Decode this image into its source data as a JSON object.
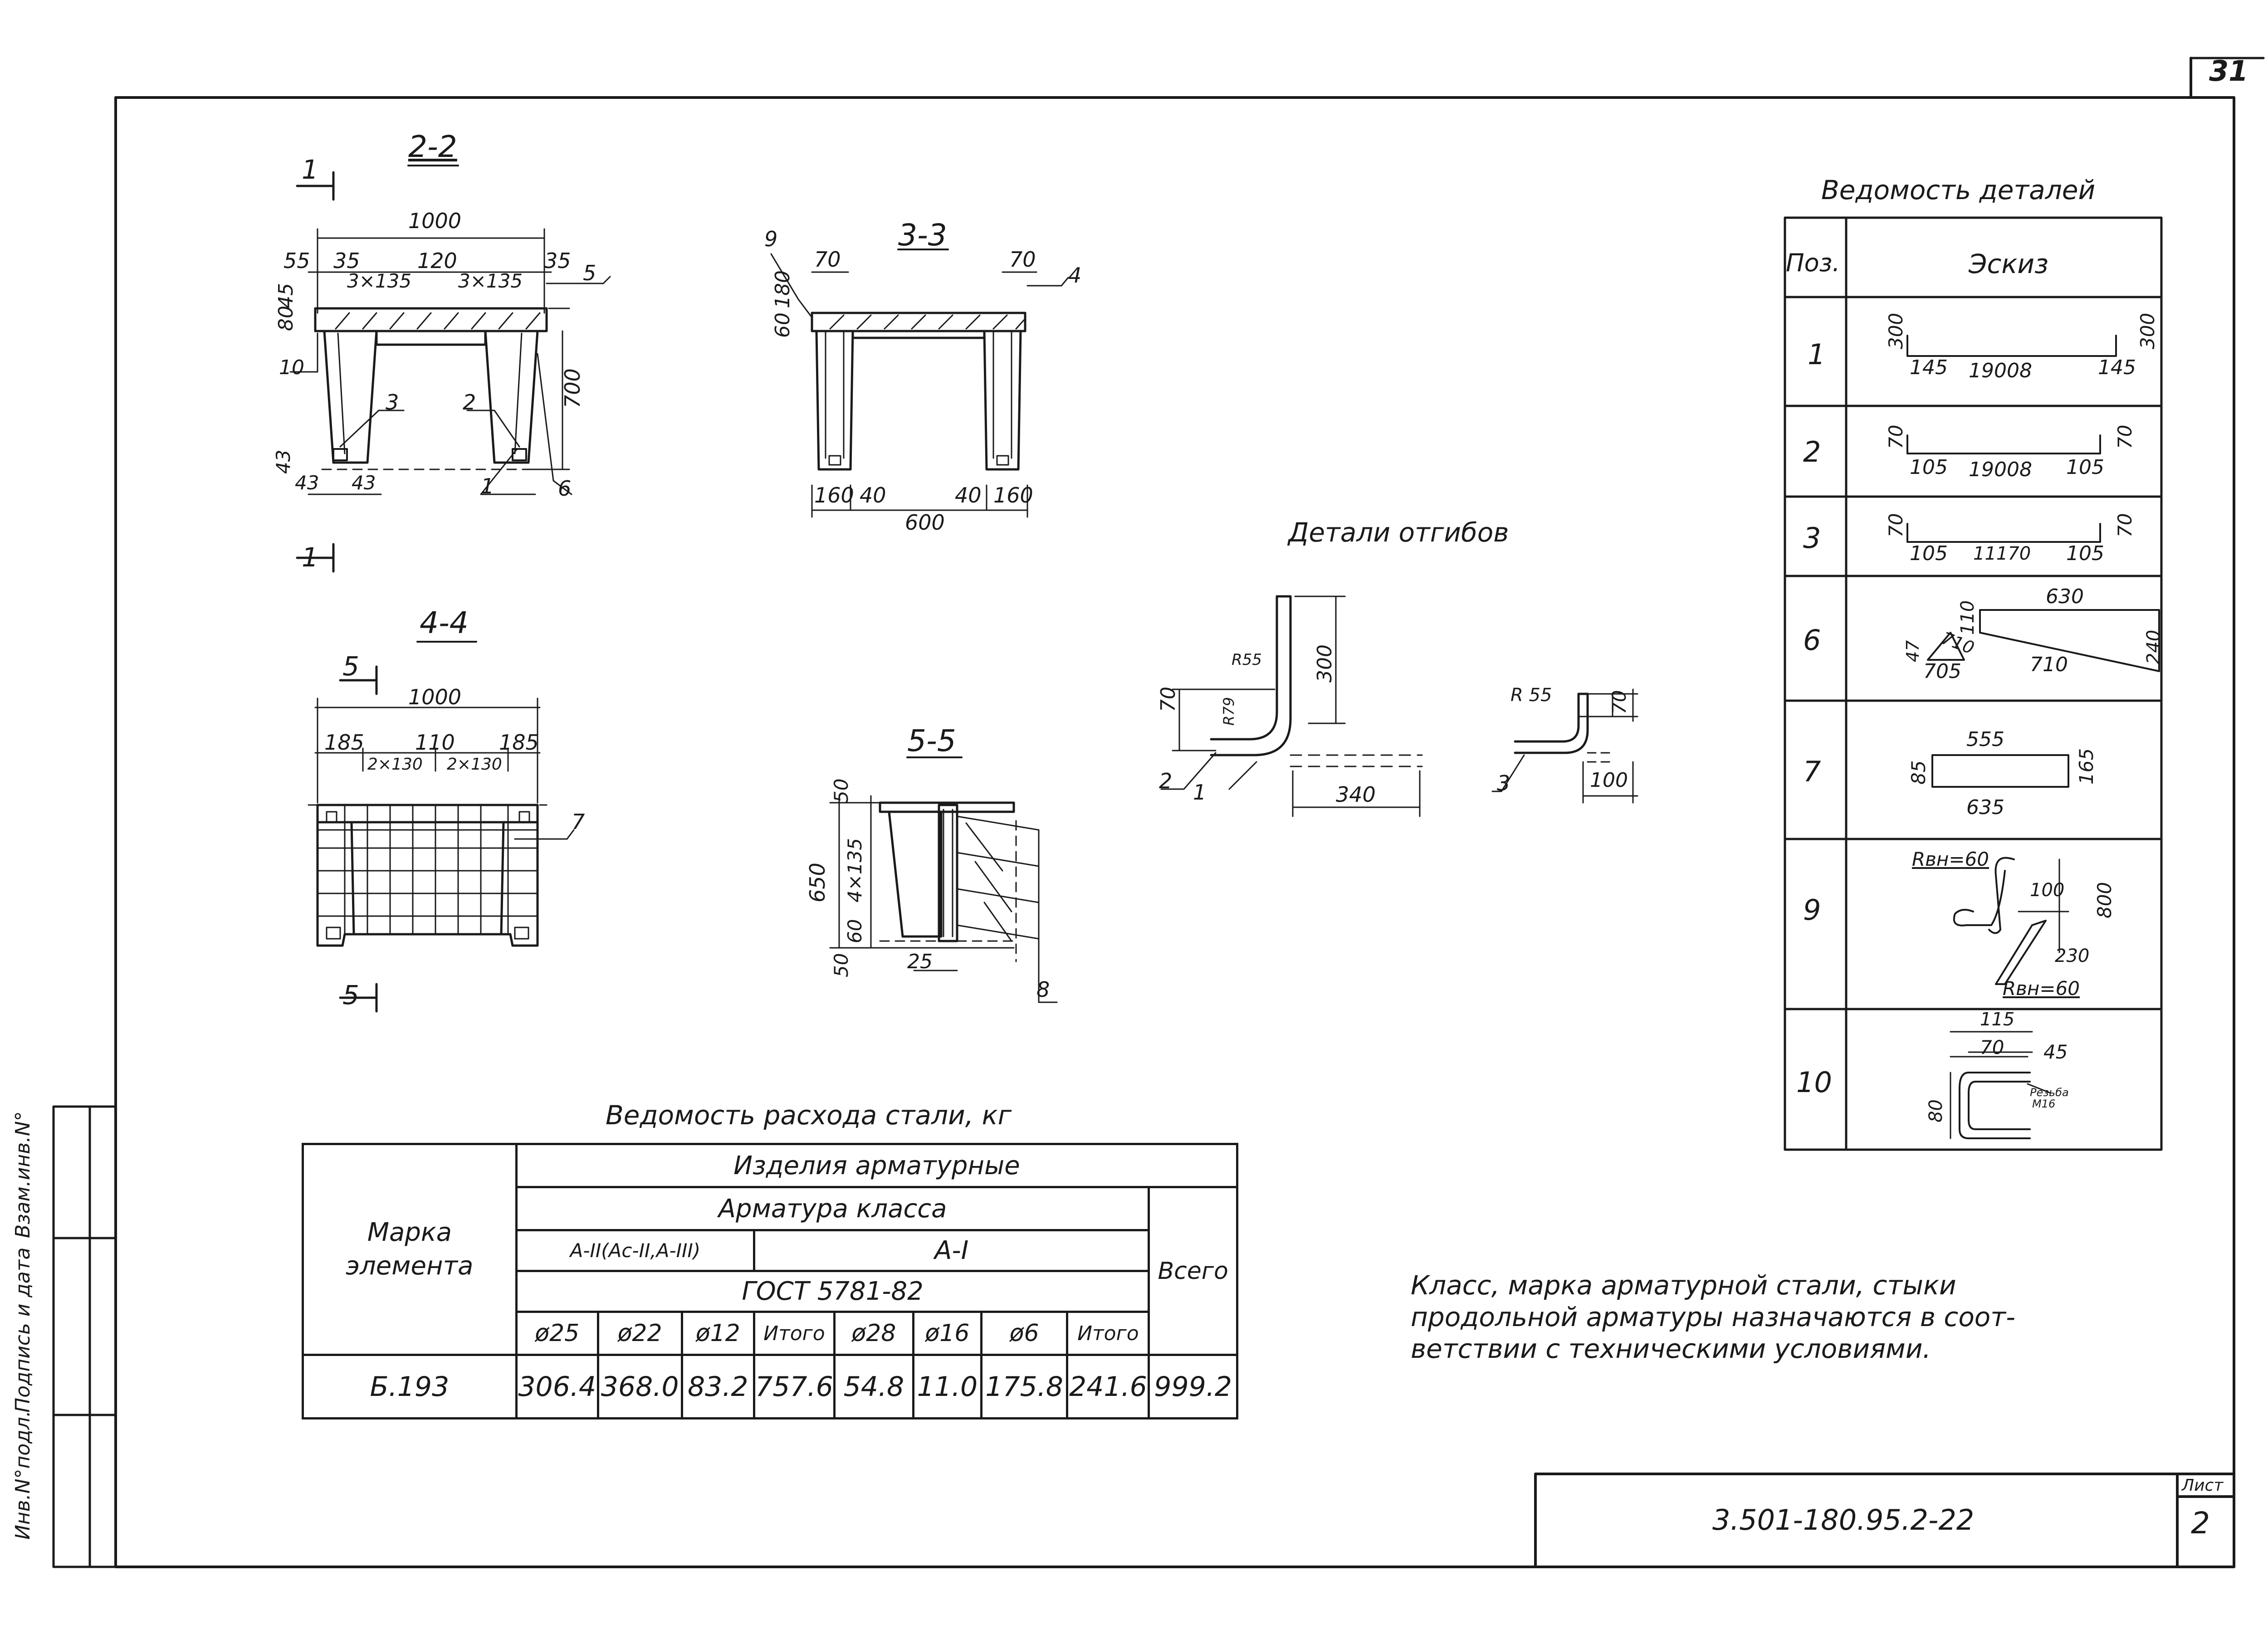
{
  "sheet_number_top": "31",
  "stamp": {
    "designation": "3.501-180.95.2-22",
    "sheet_label": "Лист",
    "sheet_value": "2"
  },
  "side_labels": [
    "Инв.N°подл.",
    "Подпись и дата",
    "Взам.инв.N°"
  ],
  "sections": {
    "s22": {
      "title": "2-2",
      "cut_mark": "1",
      "dims": [
        "1000",
        "55",
        "35",
        "120",
        "35",
        "3×135",
        "3×135",
        "80",
        "45",
        "10",
        "700",
        "3",
        "2",
        "1",
        "5",
        "6",
        "43",
        "43",
        "43"
      ]
    },
    "s33": {
      "title": "3-3",
      "dims": [
        "9",
        "70",
        "70",
        "4",
        "60",
        "180",
        "160",
        "40",
        "40",
        "160",
        "600"
      ]
    },
    "s44": {
      "title": "4-4",
      "cut_mark": "5",
      "dims": [
        "1000",
        "185",
        "110",
        "185",
        "2×130",
        "2×130",
        "7"
      ]
    },
    "s55": {
      "title": "5-5",
      "dims": [
        "50",
        "650",
        "4×135",
        "60",
        "50",
        "25",
        "8"
      ]
    }
  },
  "bends": {
    "title": "Детали отгибов",
    "dims": [
      "300",
      "70",
      "R55",
      "R79",
      "340",
      "2",
      "1",
      "R 55",
      "70",
      "100",
      "3"
    ]
  },
  "details": {
    "title": "Ведомость деталей",
    "headers": [
      "Поз.",
      "Эскиз"
    ],
    "rows": [
      {
        "pos": "1",
        "sketch_text": [
          "300",
          "145",
          "19008",
          "145",
          "300"
        ]
      },
      {
        "pos": "2",
        "sketch_text": [
          "70",
          "105",
          "19008",
          "105",
          "70"
        ]
      },
      {
        "pos": "3",
        "sketch_text": [
          "70",
          "105",
          "11170",
          "105",
          "70"
        ]
      },
      {
        "pos": "6",
        "sketch_text": [
          "630",
          "110",
          "710",
          "705",
          "710",
          "47",
          "240"
        ]
      },
      {
        "pos": "7",
        "sketch_text": [
          "555",
          "85",
          "635",
          "165"
        ]
      },
      {
        "pos": "9",
        "sketch_text": [
          "Rвн=60",
          "100",
          "800",
          "230",
          "Rвн=60"
        ]
      },
      {
        "pos": "10",
        "sketch_text": [
          "115",
          "70",
          "45",
          "80",
          "Резьба",
          "М16"
        ]
      }
    ]
  },
  "steel": {
    "title": "Ведомость расхода стали, кг",
    "h_mark": "Марка элемента",
    "h_items": "Изделия арматурные",
    "h_class": "Арматура класса",
    "h_a2": "A-II(Ac-II,A-III)",
    "h_a1": "A-I",
    "h_gost": "ГОСТ 5781-82",
    "h_total": "Всего",
    "cols": [
      "ø25",
      "ø22",
      "ø12",
      "Итого",
      "ø28",
      "ø16",
      "ø6",
      "Итого"
    ],
    "row": {
      "mark": "Б.193",
      "values": [
        "306.4",
        "368.0",
        "83.2",
        "757.6",
        "54.8",
        "11.0",
        "175.8",
        "241.6"
      ],
      "total": "999.2"
    }
  },
  "note": "Класс, марка арматурной стали, стыки продольной арматуры назначаются в соответствии с техническими условиями.",
  "note_lines": [
    "Класс, марка арматурной стали, стыки",
    "продольной арматуры назначаются в соот-",
    "ветствии с техническими условиями."
  ]
}
